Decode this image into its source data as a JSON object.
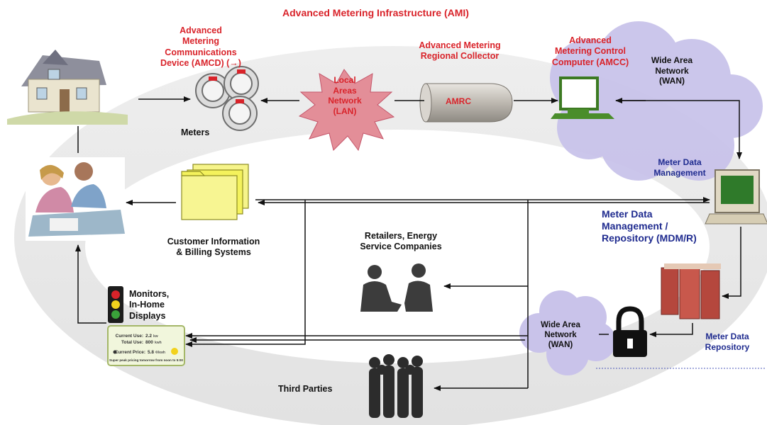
{
  "title": "Advanced Metering Infrastructure (AMI)",
  "labels": {
    "amcd": "Advanced\nMetering\nCommunications\nDevice (AMCD) (→)",
    "meters": "Meters",
    "lan": "Local\nAreas\nNetwork\n(LAN)",
    "amrc_title": "Advanced Metering\nRegional Collector",
    "amrc": "AMRC",
    "amcc": "Advanced\nMetering Control\nComputer (AMCC)",
    "wan_top": "Wide Area\nNetwork\n(WAN)",
    "mdm": "Meter Data\nManagement",
    "mdmr": "Meter Data\nManagement /\nRepository (MDM/R)",
    "mdr": "Meter Data\nRepository",
    "wan_bottom": "Wide Area\nNetwork\n(WAN)",
    "cis": "Customer Information\n& Billing Systems",
    "retailers": "Retailers, Energy\nService Companies",
    "monitors": "Monitors,\nIn-Home\nDisplays",
    "third": "Third Parties"
  },
  "display": {
    "current_use_label": "Current Use:",
    "current_use_value": "2.2",
    "current_use_unit": "kw",
    "total_use_label": "Total Use:",
    "total_use_value": "800",
    "total_use_unit": "kwh",
    "current_price_label": "Current Price:",
    "current_price_value": "5.8",
    "current_price_unit": "¢/kwh",
    "footer": "Super peak pricing tomorrow from noon to 5:00"
  },
  "colors": {
    "title_red": "#d9232a",
    "label_blue": "#1f2b8f",
    "ring_gray": "#e9e9e9",
    "cloud_lavender": "#c9c3ea",
    "lan_star": "#e38e98",
    "folder_yellow": "#f4f25c",
    "monitor_green": "#4a8d2a",
    "server_red": "#b5473d"
  }
}
